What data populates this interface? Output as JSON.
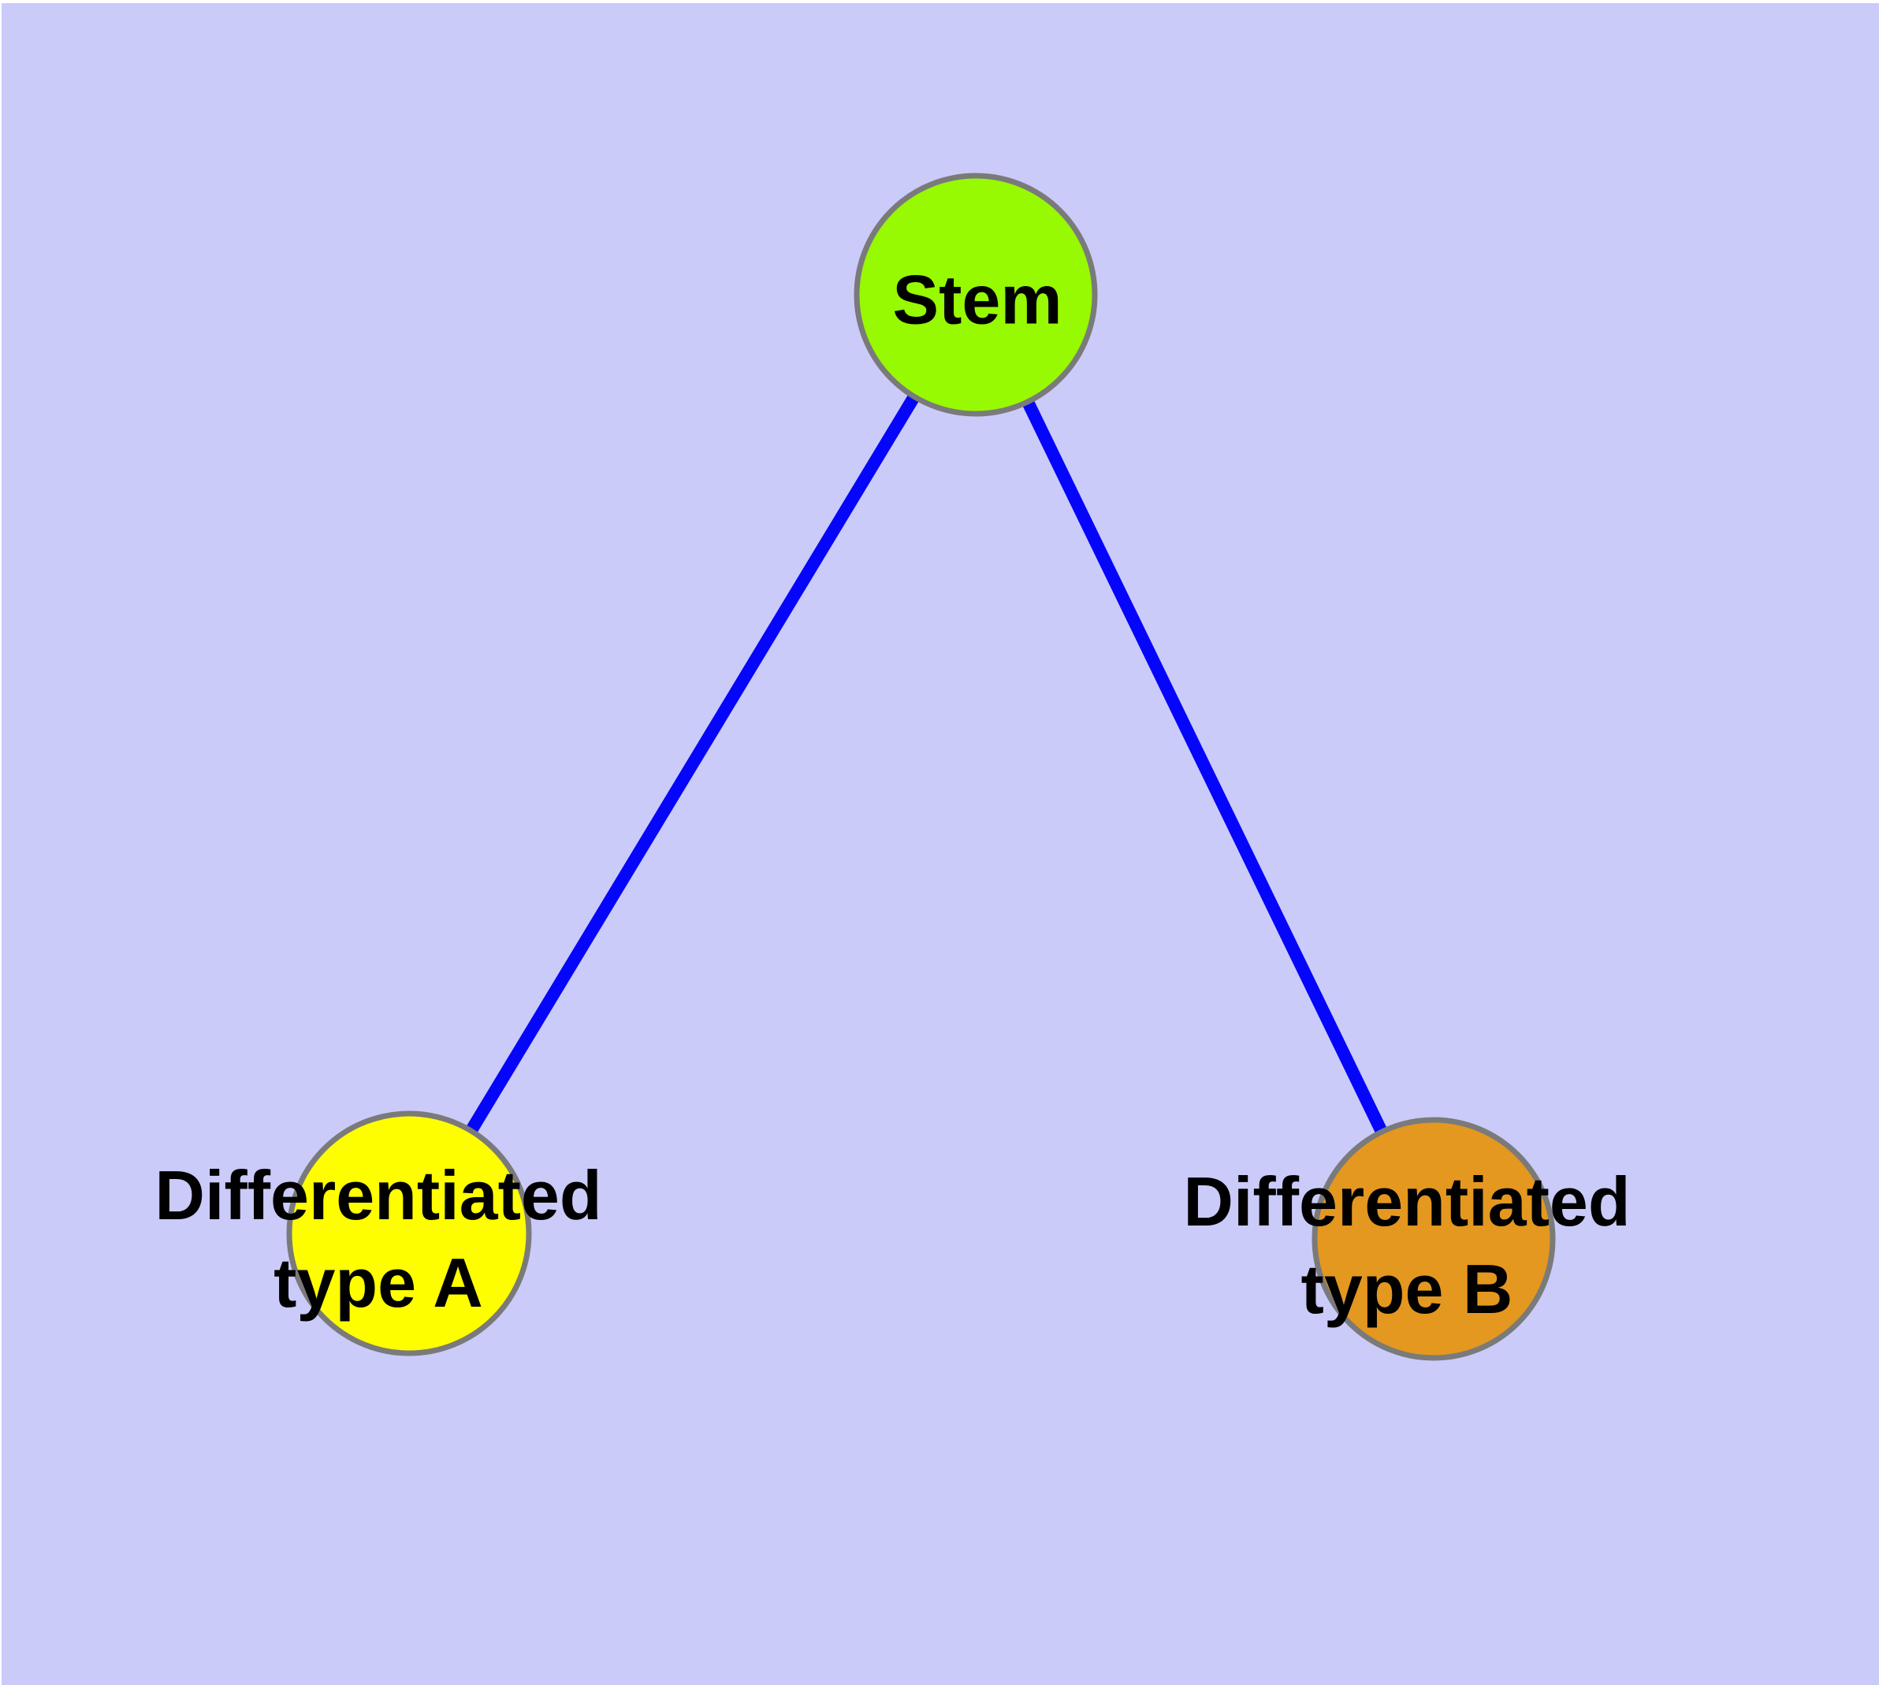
{
  "diagram": {
    "background_color": "#CACBF9",
    "frame_color": "#FFFFFF",
    "edge_color": "#0505FC",
    "node_border_color": "#7A7A7A",
    "label_color": "#000000",
    "nodes": [
      {
        "id": "stem",
        "label": "Stem",
        "fill": "#97F902"
      },
      {
        "id": "differentiated-type-a",
        "label_line1": "Differentiated",
        "label_line2": "type A",
        "fill": "#FEFE00"
      },
      {
        "id": "differentiated-type-b",
        "label_line1": "Differentiated",
        "label_line2": "type B",
        "fill": "#E4981F"
      }
    ],
    "edges": [
      {
        "from": "stem",
        "to": "differentiated-type-a"
      },
      {
        "from": "stem",
        "to": "differentiated-type-b"
      }
    ]
  }
}
